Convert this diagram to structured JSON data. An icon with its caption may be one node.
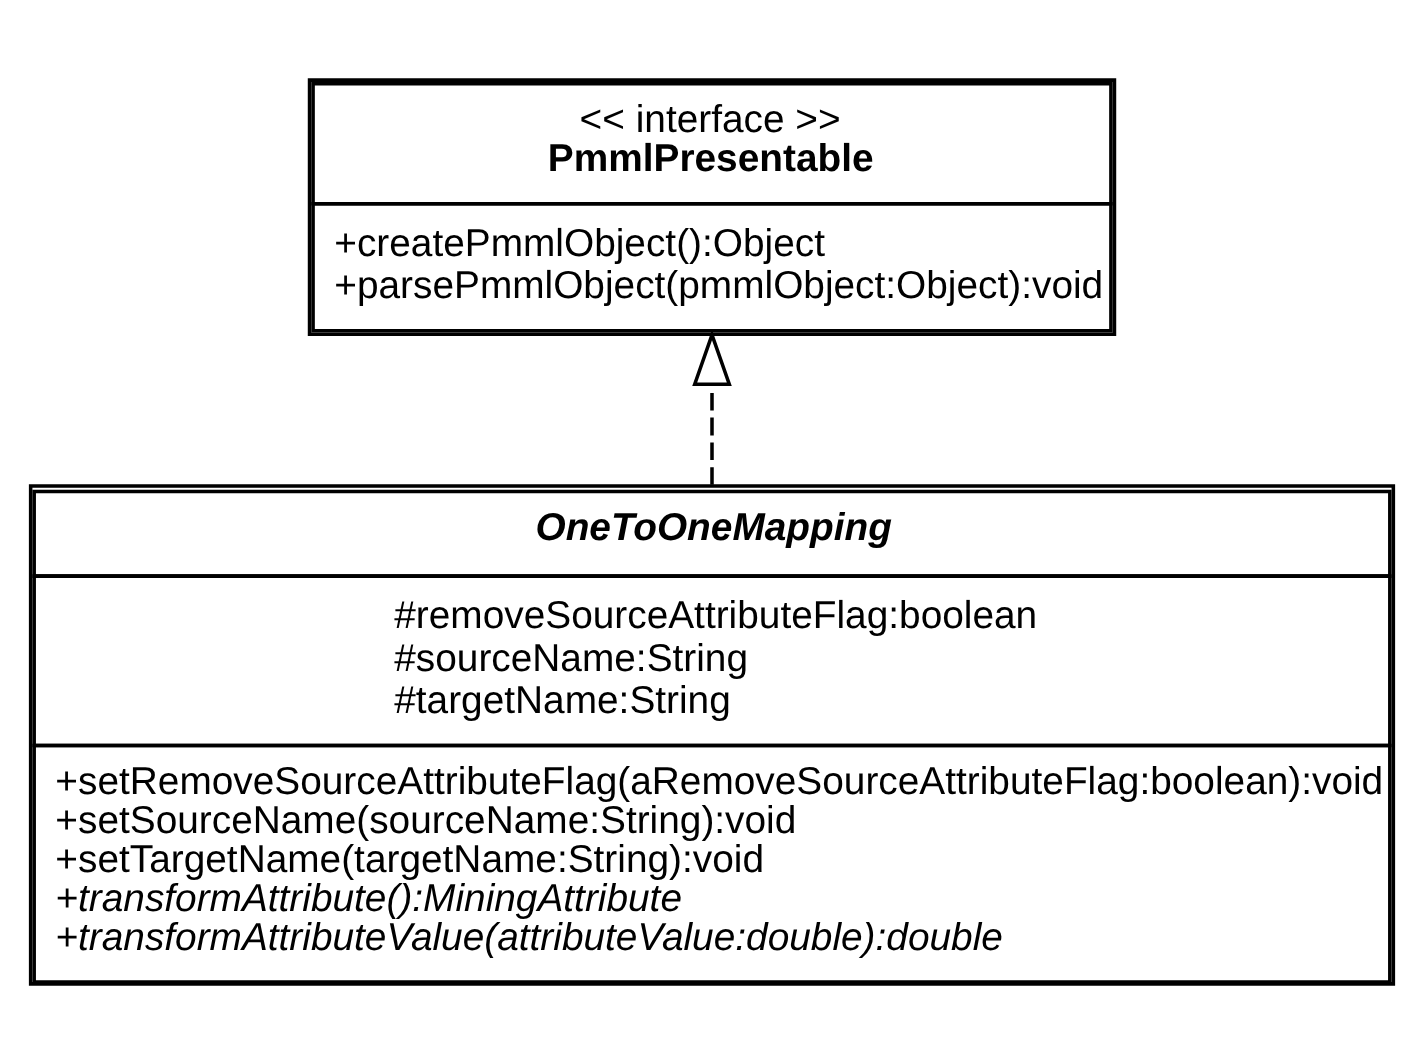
{
  "diagram": {
    "nodes": [
      {
        "text": [
          "<< interface >>",
          "PmmlPresentable",
          "+createPmmlObject():Object",
          "+parsePmmlObject(pmmlObject:Object):void"
        ]
      },
      {
        "text": [
          "OneToOneMapping",
          "#removeSourceAttributeFlag:boolean",
          "#sourceName:String",
          "#targetName:String",
          "+setRemoveSourceAttributeFlag(aRemoveSourceAttributeFlag:boolean):void",
          "+setSourceName(sourceName:String):void",
          "+setTargetName(targetName:String):void",
          "+transformAttribute():MiningAttribute",
          "+transformAttributeValue(attributeValue:double):double"
        ]
      }
    ],
    "edges": [
      {
        "from": 1,
        "to": 0,
        "arrow": "to",
        "style": "dashed"
      }
    ]
  }
}
